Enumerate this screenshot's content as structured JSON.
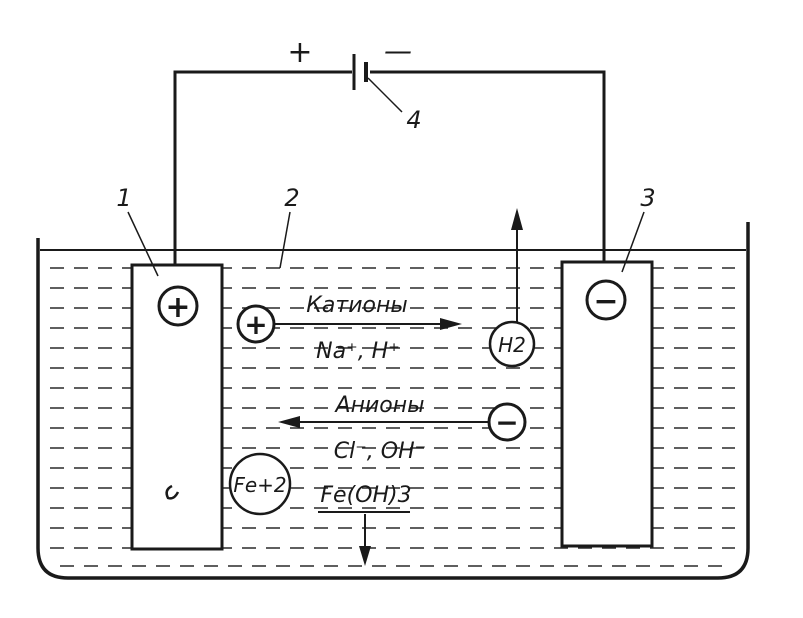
{
  "labels": {
    "electrode_anode_num": "1",
    "electrolyte_num": "2",
    "electrode_cathode_num": "3",
    "power_source_num": "4"
  },
  "power_source": {
    "plus": "+",
    "minus": "—"
  },
  "ions": {
    "cation_header": "Катионы",
    "cation_list": "Na⁺, H⁺",
    "anion_header": "Анионы",
    "anion_list": "Cl⁻, OH⁻",
    "iron_ion": "Fe+2",
    "hydroxide": "Fe(OH)3",
    "hydrogen": "H2"
  },
  "electrode_signs": {
    "anode": "+",
    "cathode": "−"
  },
  "colors": {
    "ink": "#1a1a1a",
    "paper": "#ffffff"
  }
}
